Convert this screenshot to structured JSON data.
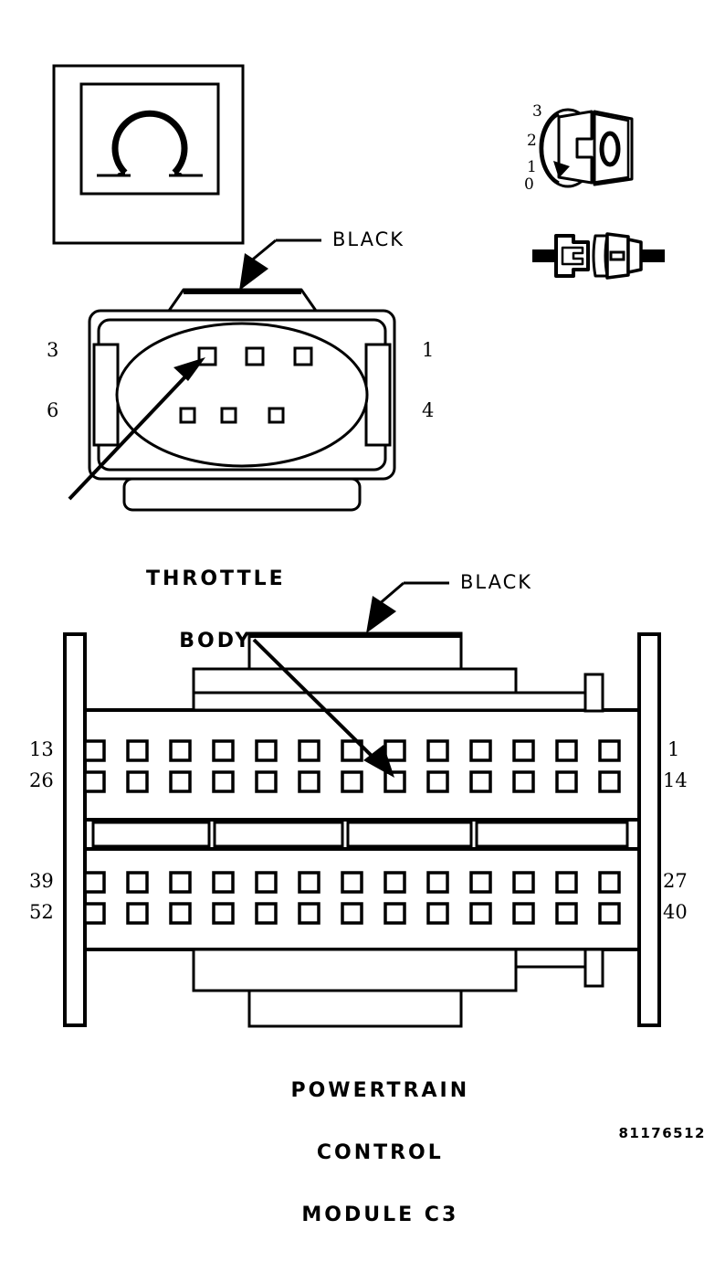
{
  "diagram": {
    "part_number": "81176512",
    "legend_symbol": "ohm-symbol",
    "rotary_scale_labels": [
      "3",
      "2",
      "1",
      "0"
    ]
  },
  "throttle_body": {
    "caption_line1": "THROTTLE",
    "caption_line2": "BODY",
    "color_label": "BLACK",
    "pin_labels": {
      "top_left": "3",
      "bottom_left": "6",
      "top_right": "1",
      "bottom_right": "4"
    },
    "pin_count_top": 3,
    "pin_count_bottom": 3
  },
  "pcm": {
    "caption_line1": "POWERTRAIN",
    "caption_line2": "CONTROL",
    "caption_line3": "MODULE C3",
    "color_label": "BLACK",
    "pin_labels": {
      "row1_left": "13",
      "row2_left": "26",
      "row1_right": "1",
      "row2_right": "14",
      "row3_left": "39",
      "row4_left": "52",
      "row3_right": "27",
      "row4_right": "40"
    },
    "pins_per_row": 13,
    "row_count": 4
  },
  "colors": {
    "stroke": "#000000",
    "background": "#ffffff"
  }
}
